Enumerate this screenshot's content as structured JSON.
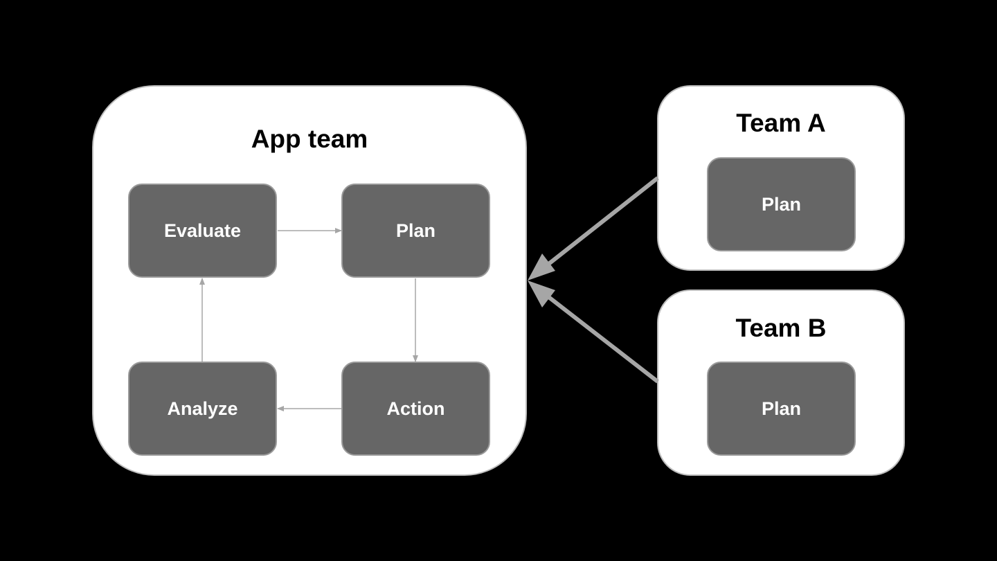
{
  "app_team": {
    "title": "App team",
    "nodes": {
      "evaluate": "Evaluate",
      "plan": "Plan",
      "analyze": "Analyze",
      "action": "Action"
    }
  },
  "team_a": {
    "title": "Team A",
    "node": "Plan"
  },
  "team_b": {
    "title": "Team B",
    "node": "Plan"
  },
  "colors": {
    "background": "#000000",
    "panel": "#ffffff",
    "node": "#666666",
    "arrow": "#a6a6a6"
  }
}
